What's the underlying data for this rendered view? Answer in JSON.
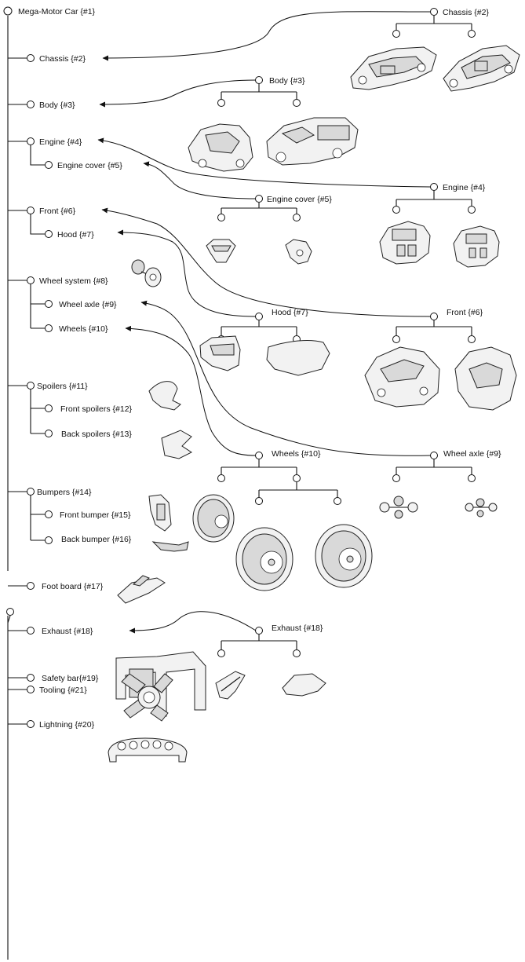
{
  "main_tree": {
    "root": "Mega-Motor Car {#1}",
    "items": [
      "Chassis {#2}",
      "Body {#3}",
      "Engine {#4}",
      "Engine cover {#5}",
      "Front {#6}",
      "Hood {#7}",
      "Wheel system {#8}",
      "Wheel axle {#9}",
      "Wheels {#10}",
      "Spoilers {#11}",
      "Front spoilers {#12}",
      "Back spoilers {#13}",
      "Bumpers {#14}",
      "Front bumper {#15}",
      "Back bumper {#16}",
      "Foot board {#17}",
      "Exhaust {#18}",
      "Safety bar{#19}",
      "Lightning {#20}"
    ]
  },
  "tooling_tree": {
    "items": [
      "Tooling {#21}"
    ]
  },
  "variant_trees": [
    "Chassis {#2}",
    "Body {#3}",
    "Engine cover {#5}",
    "Engine {#4}",
    "Hood {#7}",
    "Front {#6}",
    "Wheels {#10}",
    "Wheel axle {#9}",
    "Exhaust {#18}"
  ],
  "part_pictures": [
    "chassis-variant-a",
    "chassis-variant-b",
    "body-variant-a",
    "body-variant-b",
    "engine-cover-variant-a",
    "engine-cover-variant-b",
    "engine-variant-a",
    "engine-variant-b",
    "hood-variant-a",
    "hood-variant-b",
    "front-variant-a",
    "front-variant-b",
    "wheel-axle-variant-a",
    "wheel-axle-variant-b",
    "exhaust-variant-a",
    "exhaust-variant-b",
    "wheel-system",
    "front-spoiler",
    "back-spoiler",
    "front-bumper",
    "back-bumper",
    "foot-board",
    "wheel-small",
    "wheel-large-a",
    "wheel-large-b",
    "safety-bar",
    "lightning-bar",
    "tooling-cross"
  ],
  "colors": {
    "line": "#111111",
    "background": "#ffffff"
  }
}
